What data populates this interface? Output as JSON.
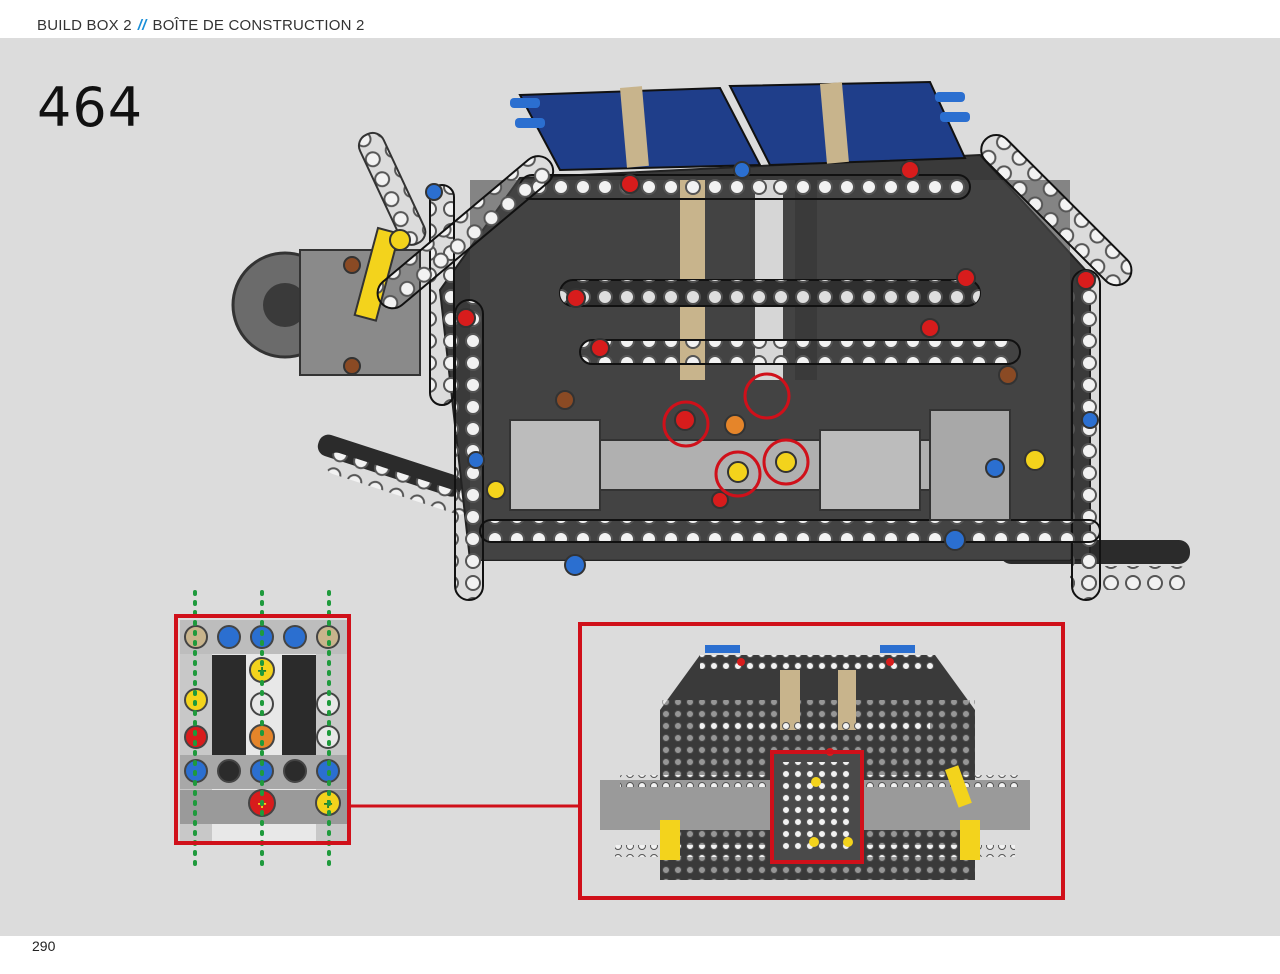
{
  "header": {
    "title_en": "BUILD BOX 2",
    "separator": "//",
    "title_fr": "BOÎTE DE CONSTRUCTION 2"
  },
  "step": {
    "number": "464"
  },
  "footer": {
    "page_number": "290"
  },
  "colors": {
    "background_panel": "#dcdcdc",
    "callout_red": "#d0101a",
    "separator_blue": "#1a8fd8",
    "guide_green": "#1f9a3c"
  },
  "icons": [
    "main-model-illustration",
    "detail-callout-illustration",
    "front-view-inset-illustration"
  ]
}
